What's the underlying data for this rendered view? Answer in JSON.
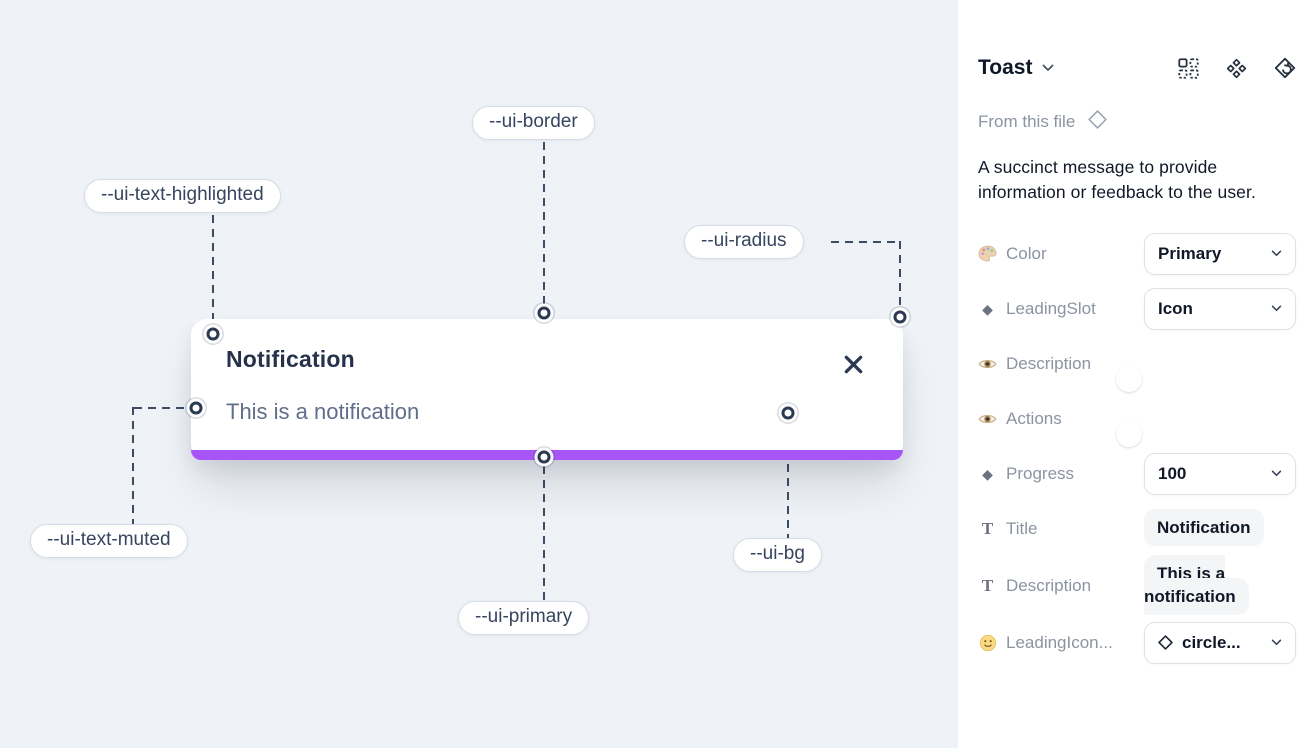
{
  "colors": {
    "canvas_bg": "#eff2f6",
    "primary_purple": "#a855f7",
    "toggle_blue": "#1d9bf0",
    "annotation_line": "#3d4c66"
  },
  "icon_glyphs": {
    "diamond": "◆",
    "text_icon": "T"
  },
  "canvas": {
    "toast": {
      "title": "Notification",
      "description": "This is a notification"
    },
    "annotations": [
      {
        "label": "--ui-border"
      },
      {
        "label": "--ui-text-highlighted"
      },
      {
        "label": "--ui-radius"
      },
      {
        "label": "--ui-text-muted"
      },
      {
        "label": "--ui-primary"
      },
      {
        "label": "--ui-bg"
      }
    ]
  },
  "panel": {
    "title": "Toast",
    "source_label": "From this file",
    "description": "A succinct message to provide information or feedback to the user.",
    "properties": [
      {
        "label": "Color",
        "control": "select",
        "value": "Primary",
        "icon": "palette-icon"
      },
      {
        "label": "LeadingSlot",
        "control": "select",
        "value": "Icon",
        "icon": "diamond-icon"
      },
      {
        "label": "Description",
        "control": "toggle",
        "value": "on",
        "icon": "eye-icon"
      },
      {
        "label": "Actions",
        "control": "toggle",
        "value": "on",
        "icon": "eye-icon"
      },
      {
        "label": "Progress",
        "control": "select",
        "value": "100",
        "icon": "diamond-icon"
      },
      {
        "label": "Title",
        "control": "text",
        "value": "Notification",
        "icon": "text-icon"
      },
      {
        "label": "Description",
        "control": "text",
        "value": "This is a notification",
        "icon": "text-icon"
      },
      {
        "label": "LeadingIcon...",
        "control": "select",
        "value": "circle...",
        "icon": "smiley-icon"
      }
    ]
  }
}
